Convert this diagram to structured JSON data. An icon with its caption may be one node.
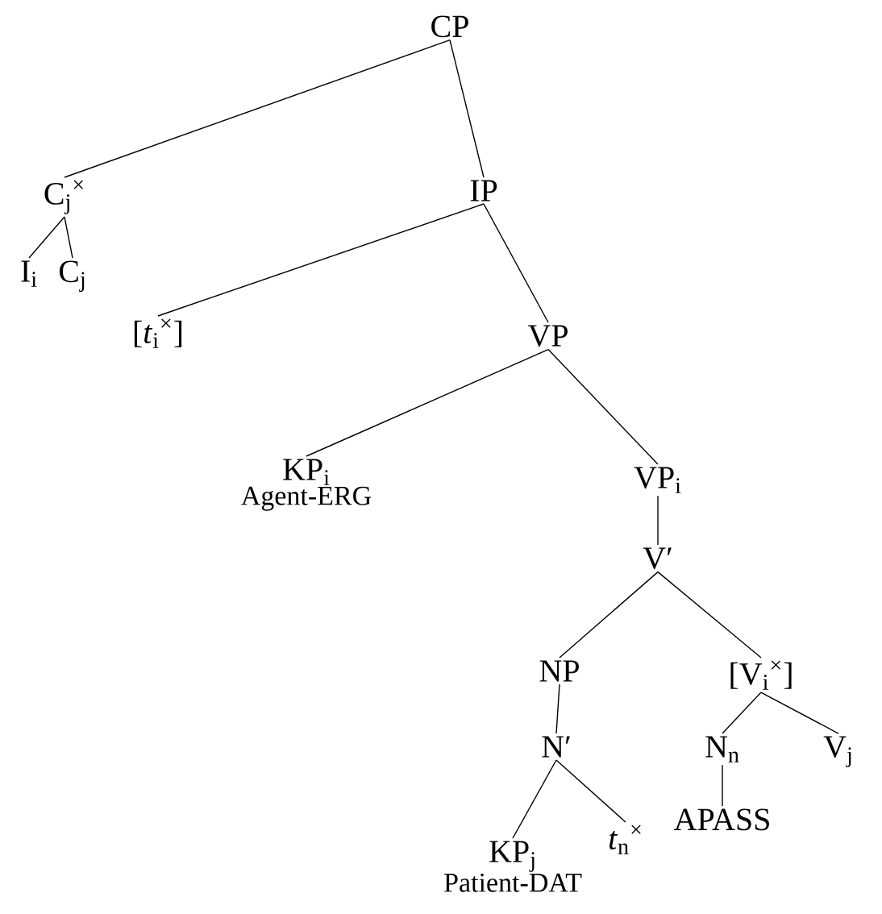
{
  "diagram": {
    "nodes": [
      {
        "text": [
          "CP"
        ]
      },
      {
        "text": [
          "C$_{j}$$^{×}$"
        ]
      },
      {
        "text": [
          "I$_{i}$"
        ]
      },
      {
        "text": [
          "C$_{j}$"
        ]
      },
      {
        "text": [
          "IP"
        ]
      },
      {
        "text": [
          "[*t*$_{i}$$^{×}$]"
        ]
      },
      {
        "text": [
          "VP"
        ]
      },
      {
        "text": [
          "KP$_{i}$",
          "Agent-ERG"
        ]
      },
      {
        "text": [
          "VP$_{i}$"
        ]
      },
      {
        "text": [
          "V′"
        ]
      },
      {
        "text": [
          "NP"
        ]
      },
      {
        "text": [
          "[V$_{i}$$^{×}$]"
        ]
      },
      {
        "text": [
          "N′"
        ]
      },
      {
        "text": [
          "N$_{n}$"
        ]
      },
      {
        "text": [
          "V$_{j}$"
        ]
      },
      {
        "text": [
          "KP$_{j}$",
          "Patient-DAT"
        ]
      },
      {
        "text": [
          "*t*$_{n}$$^{×}$"
        ]
      },
      {
        "text": [
          "APASS"
        ]
      }
    ],
    "edges": [
      {
        "from": 0,
        "to": 1,
        "arrow": "none"
      },
      {
        "from": 0,
        "to": 4,
        "arrow": "none"
      },
      {
        "from": 1,
        "to": 2,
        "arrow": "none"
      },
      {
        "from": 1,
        "to": 3,
        "arrow": "none"
      },
      {
        "from": 4,
        "to": 5,
        "arrow": "none"
      },
      {
        "from": 4,
        "to": 6,
        "arrow": "none"
      },
      {
        "from": 6,
        "to": 7,
        "arrow": "none"
      },
      {
        "from": 6,
        "to": 8,
        "arrow": "none"
      },
      {
        "from": 8,
        "to": 9,
        "arrow": "none"
      },
      {
        "from": 9,
        "to": 10,
        "arrow": "none"
      },
      {
        "from": 9,
        "to": 11,
        "arrow": "none"
      },
      {
        "from": 10,
        "to": 12,
        "arrow": "none"
      },
      {
        "from": 12,
        "to": 15,
        "arrow": "none"
      },
      {
        "from": 12,
        "to": 16,
        "arrow": "none"
      },
      {
        "from": 11,
        "to": 13,
        "arrow": "none"
      },
      {
        "from": 11,
        "to": 14,
        "arrow": "none"
      },
      {
        "from": 13,
        "to": 17,
        "arrow": "none"
      }
    ]
  }
}
